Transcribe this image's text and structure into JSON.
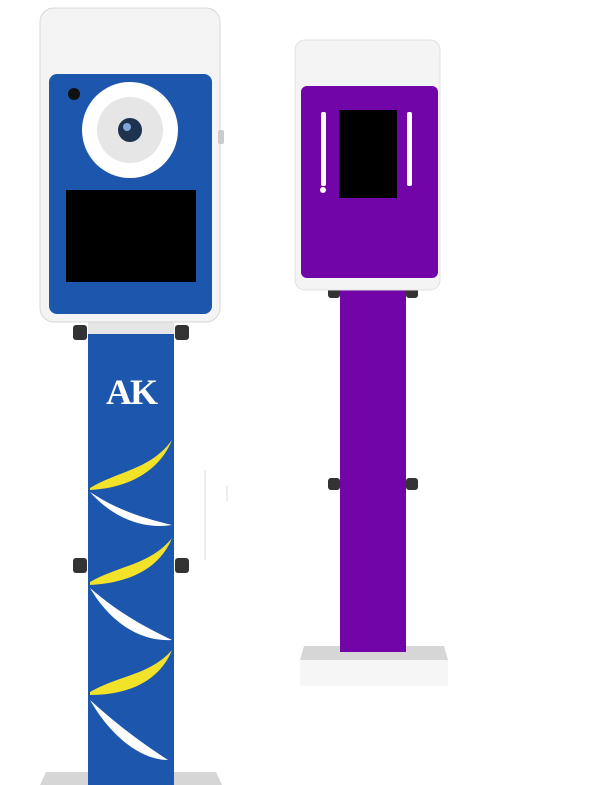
{
  "scene": {
    "booths": [
      {
        "id": "blue-booth",
        "body_color": "#1c57ad",
        "frame_color": "#f4f4f4",
        "logo_text": "AK",
        "wave_colors": [
          "#f2e22a",
          "#ffffff"
        ]
      },
      {
        "id": "purple-booth",
        "body_color": "#7105a8",
        "frame_color": "#f4f4f4"
      }
    ],
    "icons": [
      "camera-lens-icon",
      "ak-logo"
    ]
  }
}
